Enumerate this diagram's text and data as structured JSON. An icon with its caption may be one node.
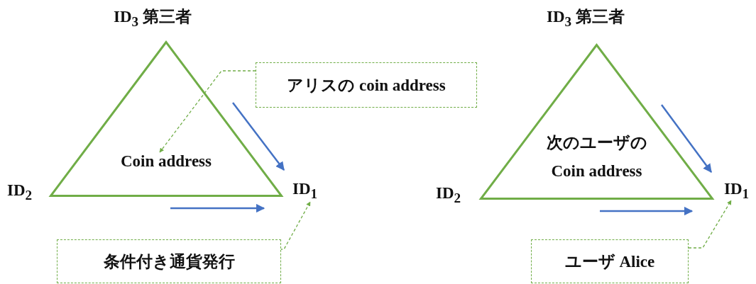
{
  "diagram": {
    "nodes": [
      {
        "text": [
          "Coin address"
        ]
      },
      {
        "text": [
          "ID$_{3}$ 第三者"
        ]
      },
      {
        "text": [
          "ID$_{2}$"
        ]
      },
      {
        "text": [
          "ID$_{1}$"
        ]
      },
      {
        "text": [
          "アリスの coin address"
        ]
      },
      {
        "text": [
          "条件付き通貨発行"
        ]
      },
      {
        "text": [
          "次のユーザの Coin address"
        ]
      },
      {
        "text": [
          "ID$_{3}$ 第三者"
        ]
      },
      {
        "text": [
          "ID$_{2}$"
        ]
      },
      {
        "text": [
          "ID$_{1}$"
        ]
      },
      {
        "text": [
          "ユーザ Alice"
        ]
      }
    ],
    "edges": [
      {
        "from": 4,
        "to": 0,
        "arrow": "to",
        "style": "dashed",
        "color": "#70ad47"
      },
      {
        "from": 5,
        "to": 3,
        "arrow": "to",
        "style": "dashed",
        "color": "#70ad47"
      },
      {
        "from": 10,
        "to": 9,
        "arrow": "to",
        "style": "dashed",
        "color": "#70ad47"
      }
    ]
  }
}
